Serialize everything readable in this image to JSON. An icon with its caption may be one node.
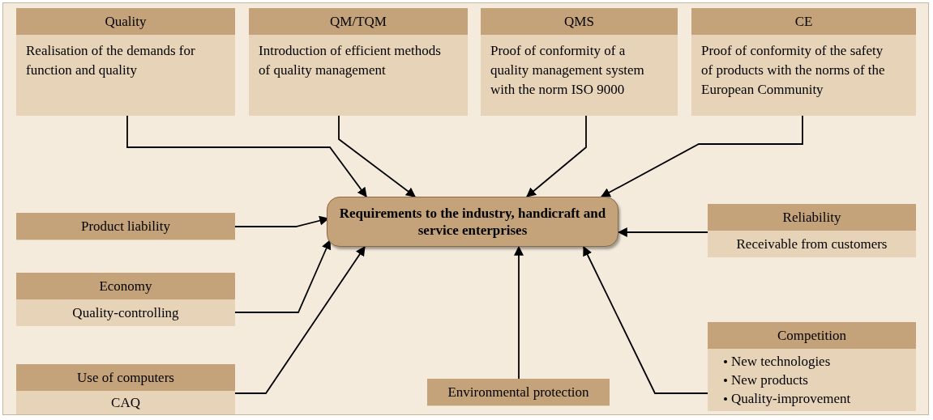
{
  "diagram": {
    "nodes": [
      {
        "text": [
          "Quality",
          "Realisation of the demands for function and quality"
        ]
      },
      {
        "text": [
          "QM/TQM",
          "Introduction of efficient methods of quality management"
        ]
      },
      {
        "text": [
          "QMS",
          "Proof of conformity of a quality management system with the norm ISO 9000"
        ]
      },
      {
        "text": [
          "CE",
          "Proof of conformity of the safety of products with the norms of the European Community"
        ]
      },
      {
        "text": [
          "Product liability"
        ]
      },
      {
        "text": [
          "Economy",
          "Quality-controlling"
        ]
      },
      {
        "text": [
          "Use of computers",
          "CAQ"
        ]
      },
      {
        "text": [
          "Requirements to the industry, handicraft and service enterprises"
        ]
      },
      {
        "text": [
          "Reliability",
          "Receivable from customers"
        ]
      },
      {
        "text": [
          "Competition",
          "New technologies",
          "New products",
          "Quality-improvement"
        ]
      },
      {
        "text": [
          "Environmental protection"
        ]
      }
    ],
    "edges": [
      {
        "from": 0,
        "to": 7,
        "arrow": "to"
      },
      {
        "from": 1,
        "to": 7,
        "arrow": "to"
      },
      {
        "from": 2,
        "to": 7,
        "arrow": "to"
      },
      {
        "from": 3,
        "to": 7,
        "arrow": "to"
      },
      {
        "from": 4,
        "to": 7,
        "arrow": "to"
      },
      {
        "from": 5,
        "to": 7,
        "arrow": "to"
      },
      {
        "from": 6,
        "to": 7,
        "arrow": "to"
      },
      {
        "from": 10,
        "to": 7,
        "arrow": "to"
      },
      {
        "from": 8,
        "to": 7,
        "arrow": "to"
      },
      {
        "from": 9,
        "to": 7,
        "arrow": "to"
      }
    ]
  }
}
